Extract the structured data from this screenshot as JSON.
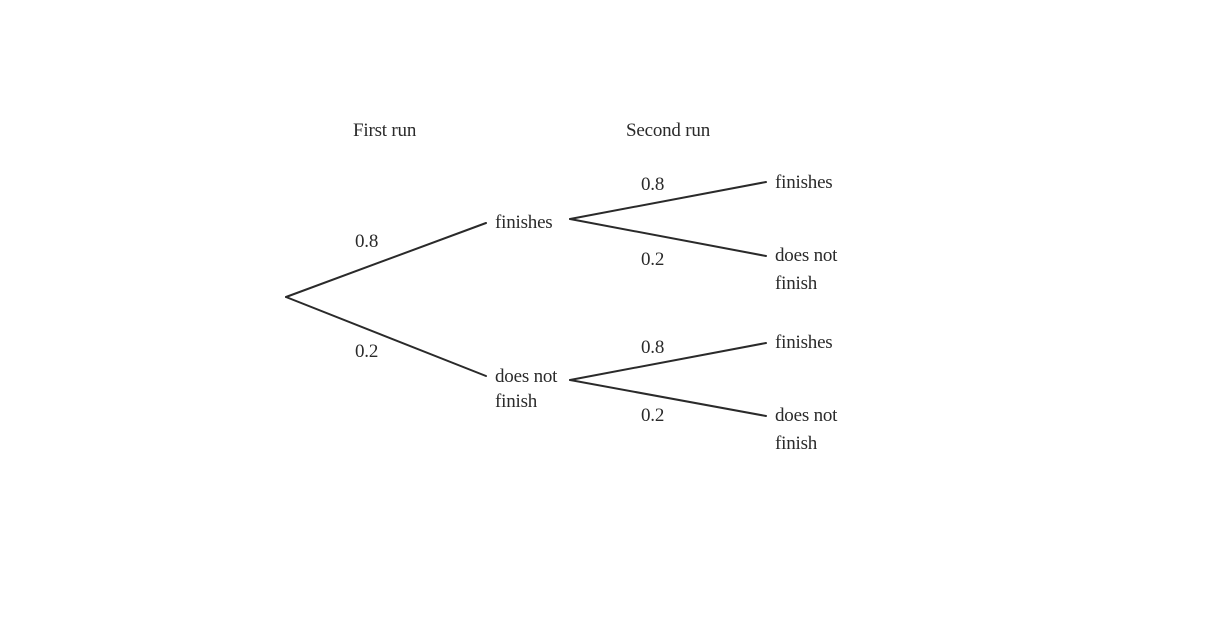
{
  "headings": {
    "first_run": "First run",
    "second_run": "Second run"
  },
  "first_run": {
    "finishes": {
      "probability": "0.8",
      "label": "finishes"
    },
    "does_not_finish": {
      "probability": "0.2",
      "label_line1": "does not",
      "label_line2": "finish"
    }
  },
  "second_run": {
    "after_finishes": {
      "finishes": {
        "probability": "0.8",
        "label": "finishes"
      },
      "does_not_finish": {
        "probability": "0.2",
        "label_line1": "does not",
        "label_line2": "finish"
      }
    },
    "after_does_not_finish": {
      "finishes": {
        "probability": "0.8",
        "label": "finishes"
      },
      "does_not_finish": {
        "probability": "0.2",
        "label_line1": "does not",
        "label_line2": "finish"
      }
    }
  }
}
